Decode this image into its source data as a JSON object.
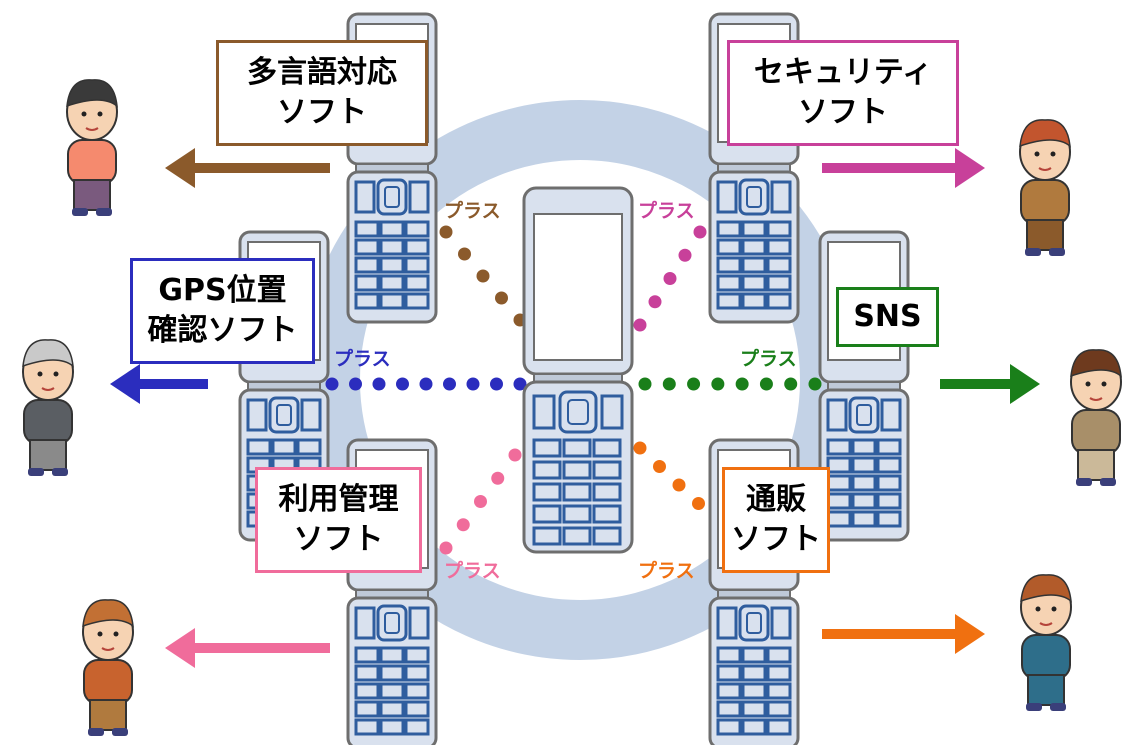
{
  "center_phone": {
    "name": "center-phone"
  },
  "plus_label": "プラス",
  "software": [
    {
      "id": "multilang",
      "lines": [
        "多言語対応",
        "ソフト"
      ],
      "color": "#8B5A2B"
    },
    {
      "id": "security",
      "lines": [
        "セキュリティ",
        "ソフト"
      ],
      "color": "#C8409A"
    },
    {
      "id": "gps",
      "lines": [
        "GPS位置",
        "確認ソフト"
      ],
      "color": "#2B2DBE"
    },
    {
      "id": "sns",
      "lines": [
        "SNS"
      ],
      "color": "#1A7F1A"
    },
    {
      "id": "usage",
      "lines": [
        "利用管理",
        "ソフト"
      ],
      "color": "#F06C9B"
    },
    {
      "id": "shopping",
      "lines": [
        "通販",
        "ソフト"
      ],
      "color": "#F07010"
    }
  ],
  "colors": {
    "ring": "#C3D2E6",
    "phone_body": "#D9E1EE",
    "phone_outline": "#6E6E6E",
    "phone_screen": "#FFFFFF",
    "phone_key": "#2F5D9E"
  },
  "people": [
    {
      "name": "person-glasses-man"
    },
    {
      "name": "person-businessman"
    },
    {
      "name": "person-elderly-man"
    },
    {
      "name": "person-young-woman"
    },
    {
      "name": "person-girl"
    },
    {
      "name": "person-shopkeeper-woman"
    }
  ]
}
